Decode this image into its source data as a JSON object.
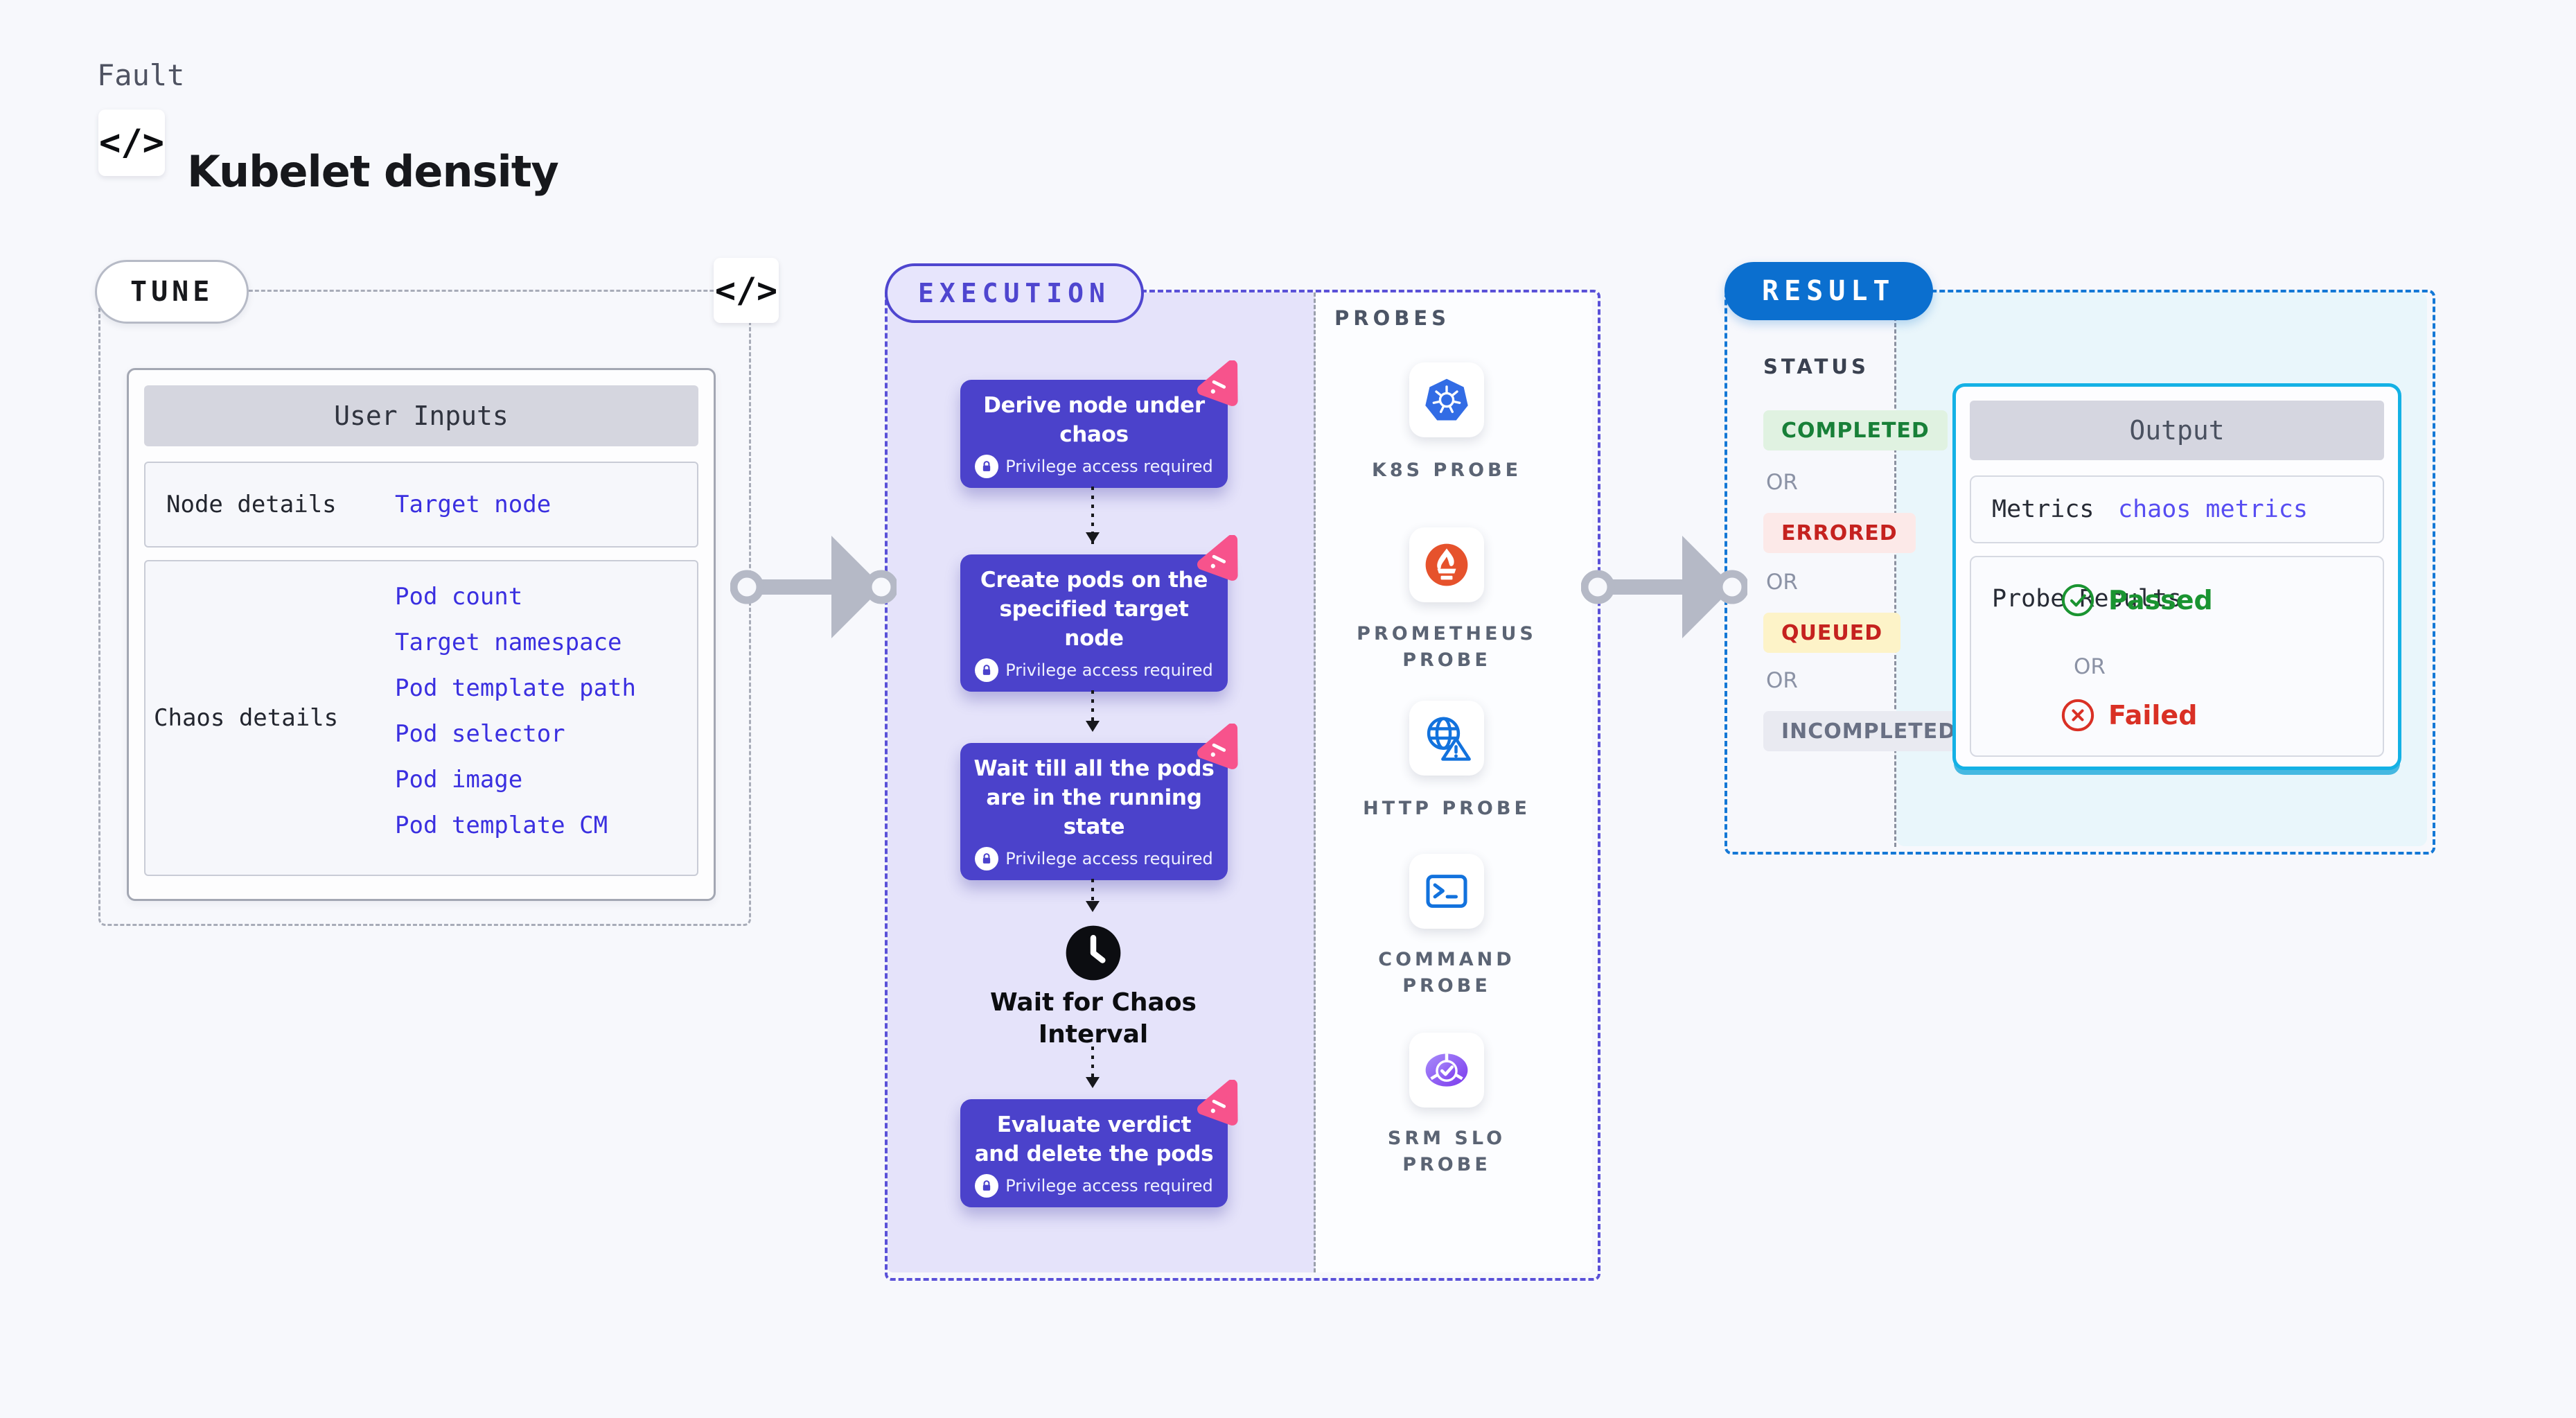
{
  "header": {
    "eyebrow": "Fault",
    "title": "Kubelet density",
    "code_icon": "</>",
    "code_icon_name": "code-icon"
  },
  "tune": {
    "badge": "TUNE",
    "corner_icon": "</>",
    "user_inputs": {
      "title": "User Inputs",
      "rows": [
        {
          "label": "Node details",
          "links": [
            "Target node"
          ]
        },
        {
          "label": "Chaos details",
          "links": [
            "Pod count",
            "Target namespace",
            "Pod template path",
            "Pod selector",
            "Pod image",
            "Pod template CM"
          ]
        }
      ]
    },
    "link_color": "#3a2fe0"
  },
  "execution": {
    "badge": "EXECUTION",
    "accent": "#4f46cf",
    "card_bg": "#4b42cb",
    "panel_bg": "#e5e3fa",
    "steps": [
      {
        "title": "Derive node under chaos",
        "note": "Privilege access required"
      },
      {
        "title": "Create pods on the specified target node",
        "note": "Privilege access required"
      },
      {
        "title": "Wait till all the pods are in the running state",
        "note": "Privilege access required"
      },
      {
        "title": "Evaluate verdict and delete the pods",
        "note": "Privilege access required"
      }
    ],
    "wait_label": "Wait for Chaos Interval",
    "experiment_icon_color": "#f7538c"
  },
  "probes": {
    "title": "PROBES",
    "items": [
      {
        "name": "K8S PROBE",
        "icon": "kubernetes-icon",
        "color": "#326ce5"
      },
      {
        "name": "PROMETHEUS PROBE",
        "icon": "prometheus-icon",
        "color": "#e6522c"
      },
      {
        "name": "HTTP PROBE",
        "icon": "globe-alert-icon",
        "color": "#1272dd"
      },
      {
        "name": "COMMAND PROBE",
        "icon": "terminal-icon",
        "color": "#1272dd"
      },
      {
        "name": "SRM SLO PROBE",
        "icon": "slo-donut-icon",
        "color": "#7c3aed"
      }
    ]
  },
  "result": {
    "badge": "RESULT",
    "accent": "#0b6fcf",
    "status_title": "STATUS",
    "or_label": "OR",
    "statuses": [
      {
        "label": "COMPLETED",
        "bg": "#e0f2e1",
        "color": "#188038"
      },
      {
        "label": "ERRORED",
        "bg": "#fce9e8",
        "color": "#c5221f"
      },
      {
        "label": "QUEUED",
        "bg": "#fdf3c8",
        "color": "#c5221f"
      },
      {
        "label": "INCOMPLETED",
        "bg": "#e9eaf1",
        "color": "#697084"
      }
    ],
    "output": {
      "title": "Output",
      "metrics_label": "Metrics",
      "metrics_link": "chaos metrics",
      "probe_results_label": "Probe Results",
      "passed_label": "Passed",
      "failed_label": "Failed",
      "passed_color": "#1a9431",
      "failed_color": "#d93025",
      "border_color": "#14b1e5"
    }
  }
}
